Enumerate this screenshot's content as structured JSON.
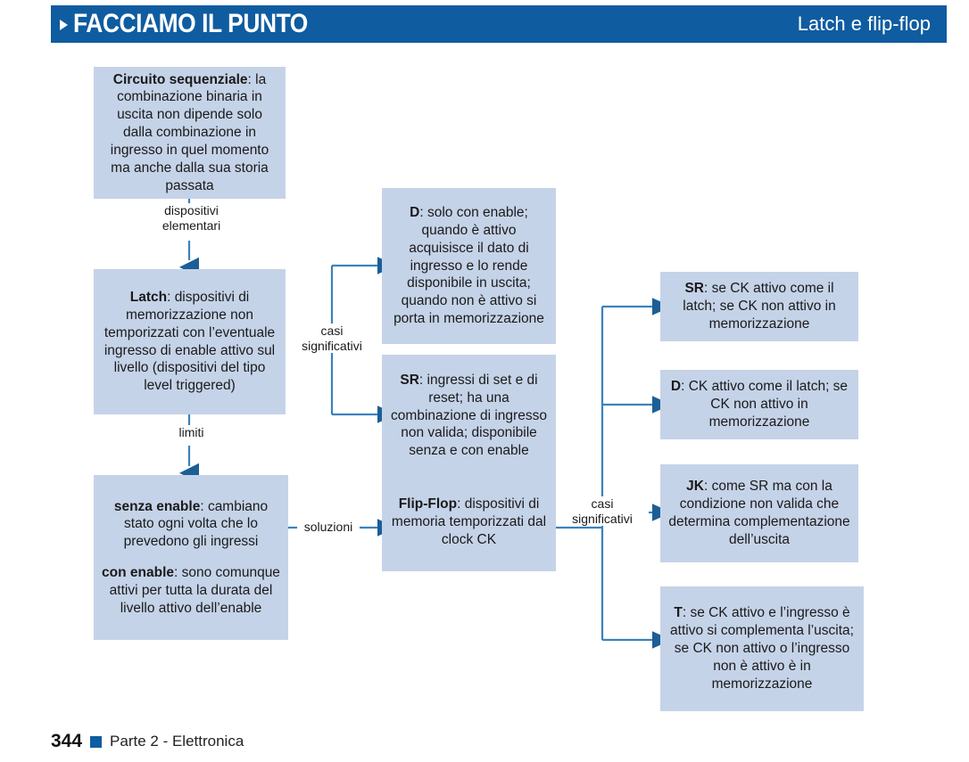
{
  "header": {
    "title": "FACCIAMO IL PUNTO",
    "subtitle": "Latch e flip-flop",
    "bar_color": "#0f5ca0",
    "text_color": "#ffffff",
    "bullet_icon": "triangle-right-icon"
  },
  "theme": {
    "node_fill": "#c5d3e8",
    "connector_color": "#3a82bd",
    "arrow_color": "#1b5f96",
    "page_background": "#ffffff",
    "body_text": "#1a1a1a"
  },
  "diagram": {
    "type": "flowchart",
    "nodes": [
      {
        "id": "circuito-sequenziale",
        "lead": "Circuito sequenziale",
        "text": ": la combinazione binaria in uscita non dipende solo dalla combinazione in ingresso in quel momento ma anche dalla sua storia passata"
      },
      {
        "id": "latch",
        "lead": "Latch",
        "text": ": dispositivi di memorizzazione non temporizzati con l’eventuale ingresso di enable attivo sul livello (dispositivi del tipo level triggered)"
      },
      {
        "id": "enable",
        "paragraphs": [
          {
            "lead": "senza enable",
            "text": ": cambiano stato ogni volta che lo prevedono gli ingressi"
          },
          {
            "lead": "con enable",
            "text": ": sono comunque attivi per tutta la durata del livello attivo dell’enable"
          }
        ]
      },
      {
        "id": "latch-d",
        "lead": "D",
        "text": ": solo con enable; quando è attivo acquisisce il dato di ingresso e lo rende disponibile in uscita; quando non è attivo si porta in memorizzazione"
      },
      {
        "id": "latch-sr",
        "lead": "SR",
        "text": ": ingressi di set e di reset; ha una combinazione di ingresso non valida; disponibile senza e con enable"
      },
      {
        "id": "flip-flop",
        "lead": "Flip-Flop",
        "text": ": dispositivi di memoria temporizzati dal clock CK"
      },
      {
        "id": "ff-sr",
        "lead": "SR",
        "text": ": se CK attivo come il latch; se CK non attivo in memorizzazione"
      },
      {
        "id": "ff-d",
        "lead": "D",
        "text": ": CK attivo come il latch; se CK non attivo in memorizzazione"
      },
      {
        "id": "ff-jk",
        "lead": "JK",
        "text": ": come SR ma con la condizione non valida che determina complementazione dell’uscita"
      },
      {
        "id": "ff-t",
        "lead": "T",
        "text": ": se CK attivo e l’ingresso è attivo si complementa l’uscita; se CK non attivo o l’ingresso non è attivo è in memorizzazione"
      }
    ],
    "edge_labels": [
      {
        "id": "dispositivi-elementari",
        "text": "dispositivi\nelementari"
      },
      {
        "id": "limiti",
        "text": "limiti"
      },
      {
        "id": "casi-significativi-latch",
        "text": "casi\nsignificativi"
      },
      {
        "id": "soluzioni",
        "text": "soluzioni"
      },
      {
        "id": "casi-significativi-ff",
        "text": "casi\nsignificativi"
      }
    ]
  },
  "footer": {
    "page_number": "344",
    "text": "Parte 2 - Elettronica",
    "marker_icon": "square-icon"
  }
}
